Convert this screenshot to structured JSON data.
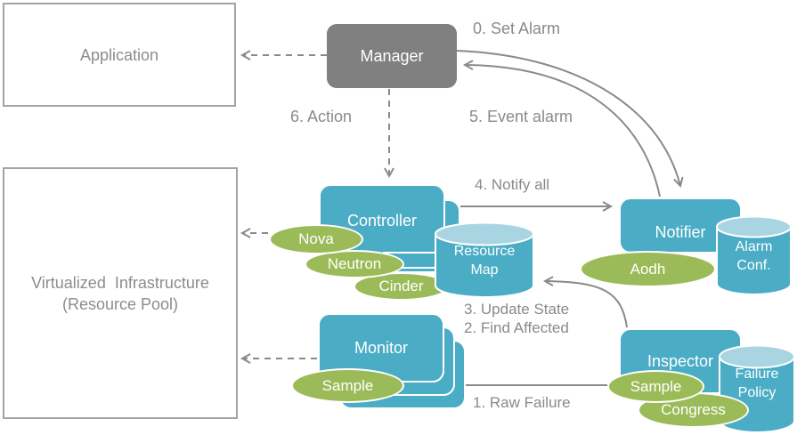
{
  "boxes": {
    "application": "Application",
    "vi": {
      "line1": "Virtualized  Infrastructure",
      "line2": "(Resource Pool)"
    },
    "manager": "Manager",
    "controller": "Controller",
    "monitor": "Monitor",
    "notifier": "Notifier",
    "inspector": "Inspector"
  },
  "cylinders": {
    "resource_map": {
      "line1": "Resource",
      "line2": "Map"
    },
    "alarm_conf": {
      "line1": "Alarm",
      "line2": "Conf."
    },
    "failure_policy": {
      "line1": "Failure",
      "line2": "Policy"
    }
  },
  "services": {
    "nova": "Nova",
    "neutron": "Neutron",
    "cinder": "Cinder",
    "aodh": "Aodh",
    "sample_monitor": "Sample",
    "sample_inspector": "Sample",
    "congress": "Congress"
  },
  "steps": {
    "s0": "0. Set Alarm",
    "s1": "1. Raw Failure",
    "s2": "2. Find Affected",
    "s3": "3. Update State",
    "s4": "4. Notify all",
    "s5": "5. Event alarm",
    "s6": "6. Action"
  },
  "colors": {
    "teal": "#4BACC6",
    "teal_light": "#A9D5E2",
    "green": "#9BBB59",
    "manager_gray": "#808080",
    "line_gray": "#8A8A8A",
    "label_gray": "#8C8C8C",
    "box_border_gray": "#A4A4A4"
  }
}
